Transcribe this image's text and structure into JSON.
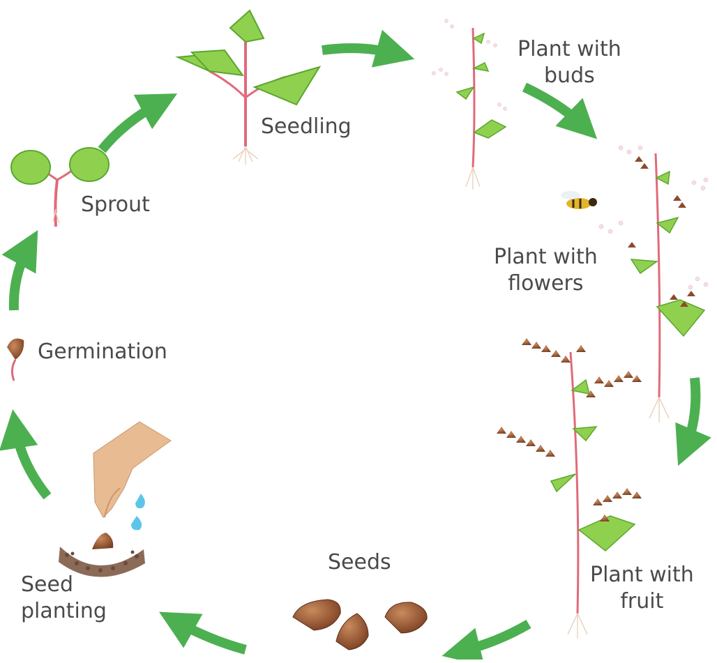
{
  "diagram": {
    "stages": [
      {
        "id": "seedling",
        "label": "Seedling"
      },
      {
        "id": "buds",
        "label_lines": [
          "Plant with",
          "buds"
        ]
      },
      {
        "id": "flowers",
        "label_lines": [
          "Plant with",
          "flowers"
        ]
      },
      {
        "id": "fruit",
        "label_lines": [
          "Plant with",
          "fruit"
        ]
      },
      {
        "id": "seeds",
        "label": "Seeds"
      },
      {
        "id": "planting",
        "label_lines": [
          "Seed",
          "planting"
        ]
      },
      {
        "id": "germination",
        "label": "Germination"
      },
      {
        "id": "sprout",
        "label": "Sprout"
      }
    ],
    "colors": {
      "arrow": "#4cb050",
      "leaf": "#8fd14f",
      "leaf_dark": "#5aa62e",
      "stem": "#e06a7a",
      "seed": "#8b4a2b",
      "seed_light": "#c98a5c",
      "flower": "#f6dfe4",
      "skin": "#e8bb93",
      "water": "#5cc6e8",
      "text": "#4a4a4a"
    }
  }
}
